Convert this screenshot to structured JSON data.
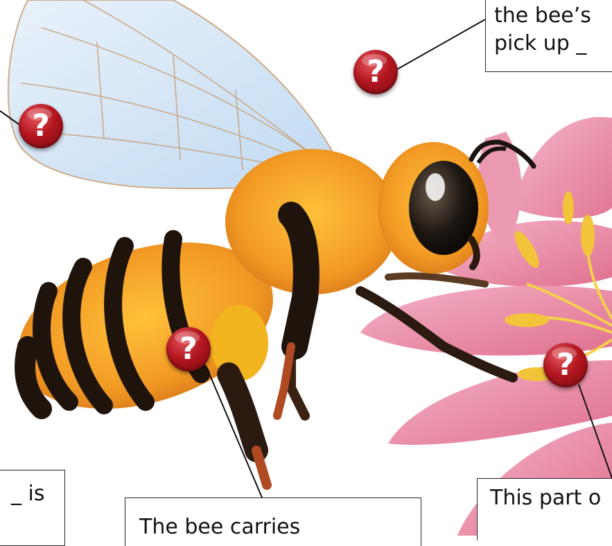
{
  "callouts": {
    "top_right": {
      "line1": "the bee’s",
      "line2": "pick up _"
    },
    "bottom_left": {
      "text": "_ is"
    },
    "bottom_center": {
      "text": "The bee carries"
    },
    "bottom_right": {
      "text": "This part o"
    }
  },
  "hotspots": {
    "wing": "?",
    "top": "?",
    "leg": "?",
    "flower": "?"
  },
  "colors": {
    "hotspot": "#b3161f",
    "bee_body": "#f2a02a",
    "petal": "#e98aa8"
  }
}
